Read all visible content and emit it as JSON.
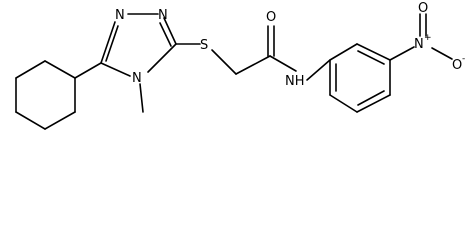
{
  "molecule": {
    "atoms": {
      "n_triazole_1": "N",
      "n_triazole_2": "N",
      "n_triazole_4": "N",
      "sulfur": "S",
      "oxygen_carbonyl": "O",
      "amide_nh": "NH",
      "nitro_n": "N",
      "nitro_n_charge": "+",
      "nitro_o_upper": "O",
      "nitro_o_lower": "O",
      "nitro_o_lower_charge": "-"
    }
  }
}
